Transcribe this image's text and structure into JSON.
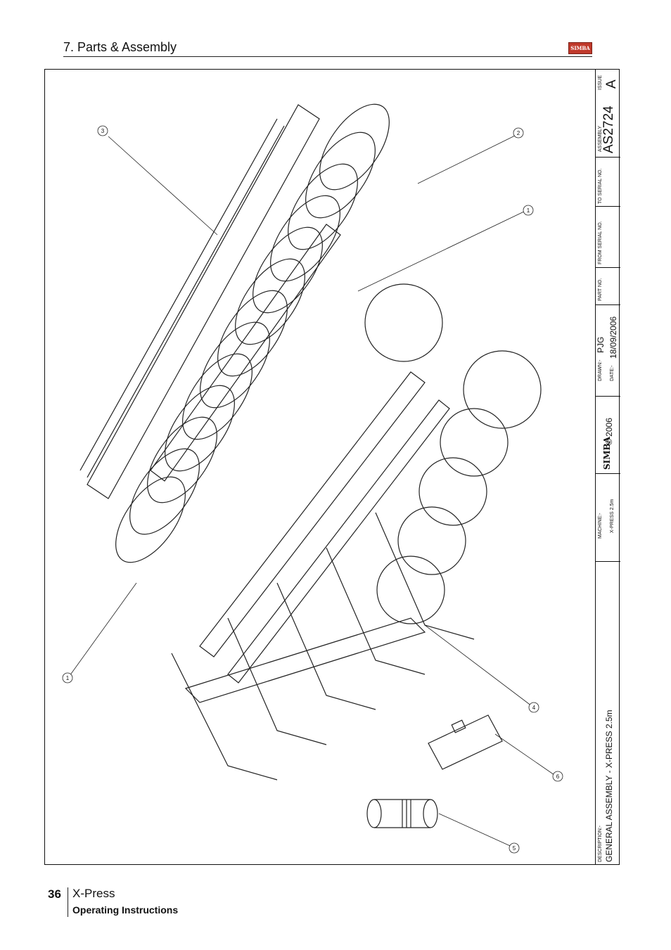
{
  "header": {
    "section_title": "7. Parts & Assembly"
  },
  "logo": {
    "text": "SIMBA",
    "color": "#c0392b"
  },
  "title_block": {
    "issue_label": "ISSUE",
    "issue": "A",
    "assembly_label": "ASSEMBLY",
    "assembly_no": "AS2724",
    "to_serial_label": "TO SERIAL NO.",
    "from_serial_label": "FROM SERIAL NO.",
    "part_no_label": "PART NO.",
    "drawn_label": "DRAWN:-",
    "drawn": "PJG",
    "date_label": "DATE:-",
    "date": "18/09/2006",
    "copyright": "© 2006",
    "brand": "SIMBA",
    "machine_label": "MACHINE:-",
    "machine": "X-PRESS 2.5m",
    "description_label": "DESCRIPTION:-",
    "description": "GENERAL ASSEMBLY - X-PRESS 2.5m"
  },
  "callouts": [
    "1",
    "2",
    "3",
    "4",
    "5",
    "6",
    "1"
  ],
  "footer": {
    "page_number": "36",
    "product": "X-Press",
    "subtitle": "Operating Instructions"
  }
}
